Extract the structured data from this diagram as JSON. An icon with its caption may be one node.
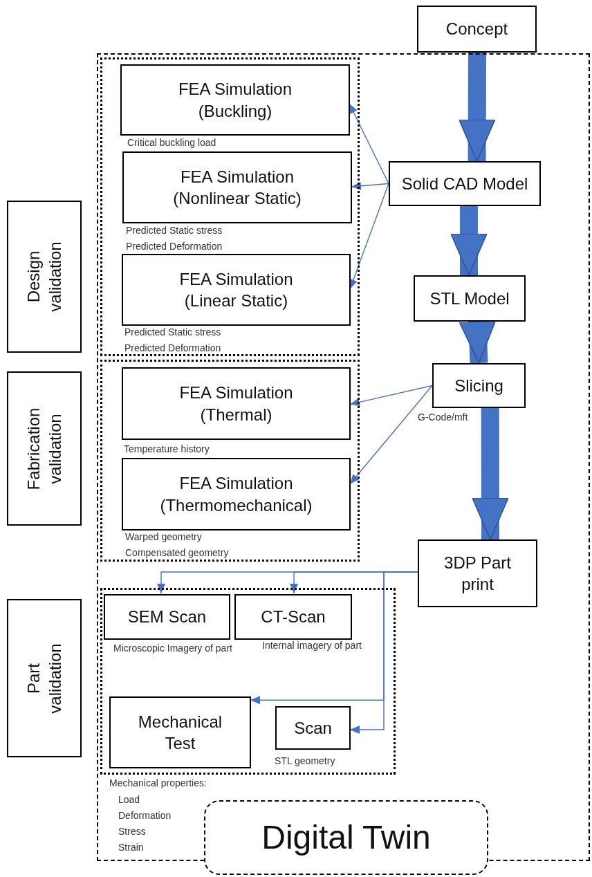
{
  "diagram": {
    "nodes": [
      {
        "text": [
          "Concept"
        ]
      },
      {
        "text": [],
        "shape": "box"
      },
      {
        "text": [],
        "shape": "box",
        "in": 1
      },
      {
        "text": [
          "Design validation"
        ]
      },
      {
        "text": [
          "FEA Simulation (Buckling)"
        ],
        "in": 2,
        "beside": [
          "Critical buckling load"
        ]
      },
      {
        "text": [
          "FEA Simulation (Nonlinear Static)"
        ],
        "in": 2,
        "beside": [
          "Predicted Static stress",
          "Predicted Deformation"
        ]
      },
      {
        "text": [
          "FEA Simulation (Linear Static)"
        ],
        "in": 2,
        "beside": [
          "Predicted Static stress",
          "Predicted Deformation"
        ]
      },
      {
        "text": [
          "Solid CAD Model"
        ],
        "in": 1
      },
      {
        "text": [
          "STL Model"
        ],
        "in": 1
      },
      {
        "text": [],
        "shape": "box",
        "in": 1
      },
      {
        "text": [
          "Fabrication validation"
        ]
      },
      {
        "text": [
          "FEA Simulation (Thermal)"
        ],
        "in": 9,
        "beside": [
          "Temperature history"
        ]
      },
      {
        "text": [
          "FEA Simulation (Thermomechanical)"
        ],
        "in": 9,
        "beside": [
          "Warped geometry",
          "Compensated geometry"
        ]
      },
      {
        "text": [
          "Slicing"
        ],
        "in": 1,
        "beside": [
          "G-Code/mft"
        ]
      },
      {
        "text": [
          "3DP Part print"
        ],
        "in": 1
      },
      {
        "text": [],
        "shape": "box",
        "in": 1
      },
      {
        "text": [
          "Part validation"
        ]
      },
      {
        "text": [
          "SEM Scan"
        ],
        "in": 15,
        "beside": [
          "Microscopic Imagery of part"
        ]
      },
      {
        "text": [
          "CT-Scan"
        ],
        "in": 15,
        "beside": [
          "Internal imagery of part"
        ]
      },
      {
        "text": [
          "Mechanical Test"
        ],
        "in": 15,
        "beside": [
          "Mechanical properties:",
          "Load",
          "Deformation",
          "Stress",
          "Strain"
        ]
      },
      {
        "text": [
          "Scan"
        ],
        "in": 15,
        "beside": [
          "STL geometry"
        ]
      },
      {
        "text": [
          "Digital Twin"
        ]
      }
    ],
    "edges": [
      {
        "from": 0,
        "to": 7,
        "arrow": "to",
        "style": "thick"
      },
      {
        "from": 7,
        "to": 4,
        "arrow": "to"
      },
      {
        "from": 7,
        "to": 5,
        "arrow": "to"
      },
      {
        "from": 7,
        "to": 6,
        "arrow": "to"
      },
      {
        "from": 7,
        "to": 8,
        "arrow": "to",
        "style": "thick"
      },
      {
        "from": 8,
        "to": 13,
        "arrow": "to",
        "style": "thick"
      },
      {
        "from": 13,
        "to": 11,
        "arrow": "to"
      },
      {
        "from": 13,
        "to": 12,
        "arrow": "to"
      },
      {
        "from": 13,
        "to": 14,
        "arrow": "to",
        "style": "thick"
      },
      {
        "from": 14,
        "to": 17,
        "arrow": "to"
      },
      {
        "from": 14,
        "to": 18,
        "arrow": "to"
      },
      {
        "from": 14,
        "to": 19,
        "arrow": "to"
      },
      {
        "from": 14,
        "to": 20,
        "arrow": "to"
      }
    ]
  }
}
